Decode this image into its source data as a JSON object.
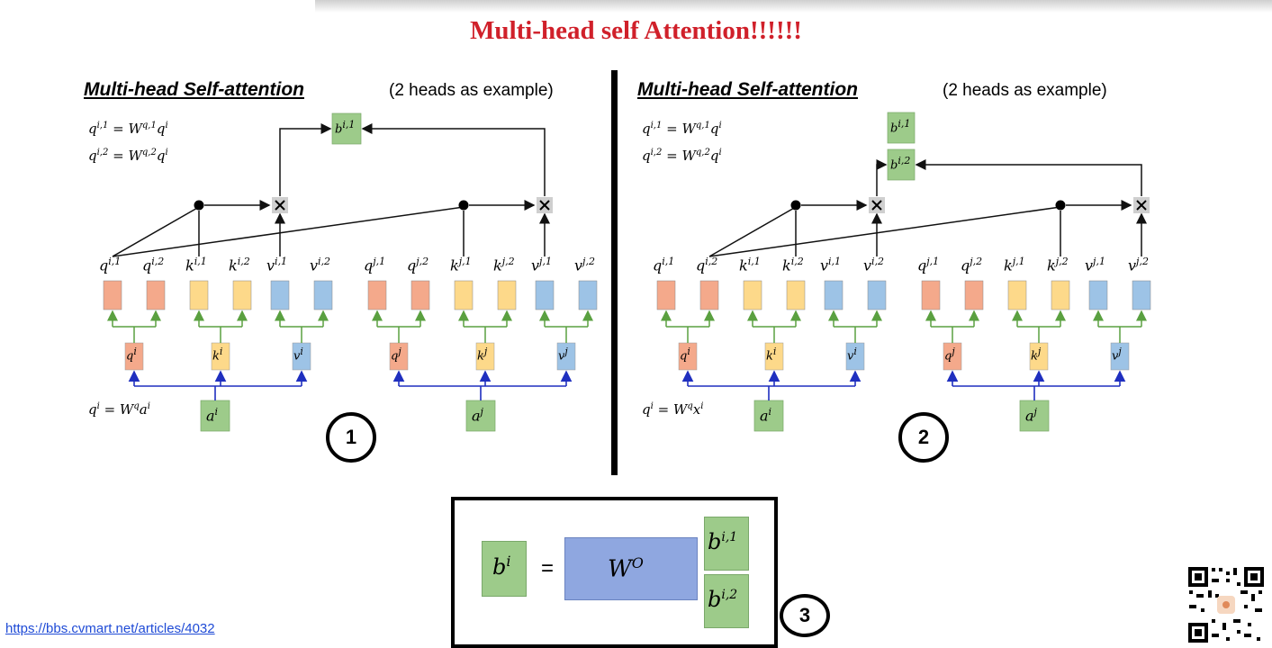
{
  "title": "Multi-head self Attention!!!!!!",
  "panels": [
    {
      "heading": "Multi-head Self-attention",
      "subheading": "(2 heads as example)",
      "eq1": [
        "q",
        "i,1",
        " = W",
        "q,1",
        "q",
        "i"
      ],
      "eq2": [
        "q",
        "i,2",
        " = W",
        "q,2",
        "q",
        "i"
      ],
      "eq3": [
        "q",
        "i",
        " = W",
        "q",
        "a",
        "i"
      ],
      "step": "1"
    },
    {
      "heading": "Multi-head Self-attention",
      "subheading": "(2 heads as example)",
      "eq1": [
        "q",
        "i,1",
        " = W",
        "q,1",
        "q",
        "i"
      ],
      "eq2": [
        "q",
        "i,2",
        " = W",
        "q,2",
        "q",
        "i"
      ],
      "eq3": [
        "q",
        "i",
        " = W",
        "q",
        "x",
        "i"
      ],
      "step": "2"
    }
  ],
  "top_labels": [
    [
      "q",
      "i,1"
    ],
    [
      "q",
      "i,2"
    ],
    [
      "k",
      "i,1"
    ],
    [
      "k",
      "i,2"
    ],
    [
      "v",
      "i,1"
    ],
    [
      "v",
      "i,2"
    ],
    [
      "q",
      "j,1"
    ],
    [
      "q",
      "j,2"
    ],
    [
      "k",
      "j,1"
    ],
    [
      "k",
      "j,2"
    ],
    [
      "v",
      "j,1"
    ],
    [
      "v",
      "j,2"
    ]
  ],
  "mid_labels": [
    [
      "q",
      "i"
    ],
    [
      "k",
      "i"
    ],
    [
      "v",
      "i"
    ],
    [
      "q",
      "j"
    ],
    [
      "k",
      "j"
    ],
    [
      "v",
      "j"
    ]
  ],
  "input_labels": [
    [
      "a",
      "i"
    ],
    [
      "a",
      "j"
    ]
  ],
  "out_labels": [
    [
      "b",
      "i,1"
    ],
    [
      "b",
      "i,2"
    ]
  ],
  "step3": {
    "lhs": [
      "b",
      "i"
    ],
    "equals": "=",
    "matrix": [
      "W",
      "O"
    ],
    "stack": [
      [
        "b",
        "i,1"
      ],
      [
        "b",
        "i,2"
      ]
    ],
    "label": "3"
  },
  "url": "https://bbs.cvmart.net/articles/4032",
  "colors": {
    "query": "#f4a98b",
    "key": "#fdd98a",
    "value": "#9dc3e6",
    "output": "#9dcb8a",
    "matrix": "#8fa7e0",
    "title": "#d0202a",
    "blue_arrow": "#1f2fbf",
    "green_arrow": "#5aa040"
  }
}
